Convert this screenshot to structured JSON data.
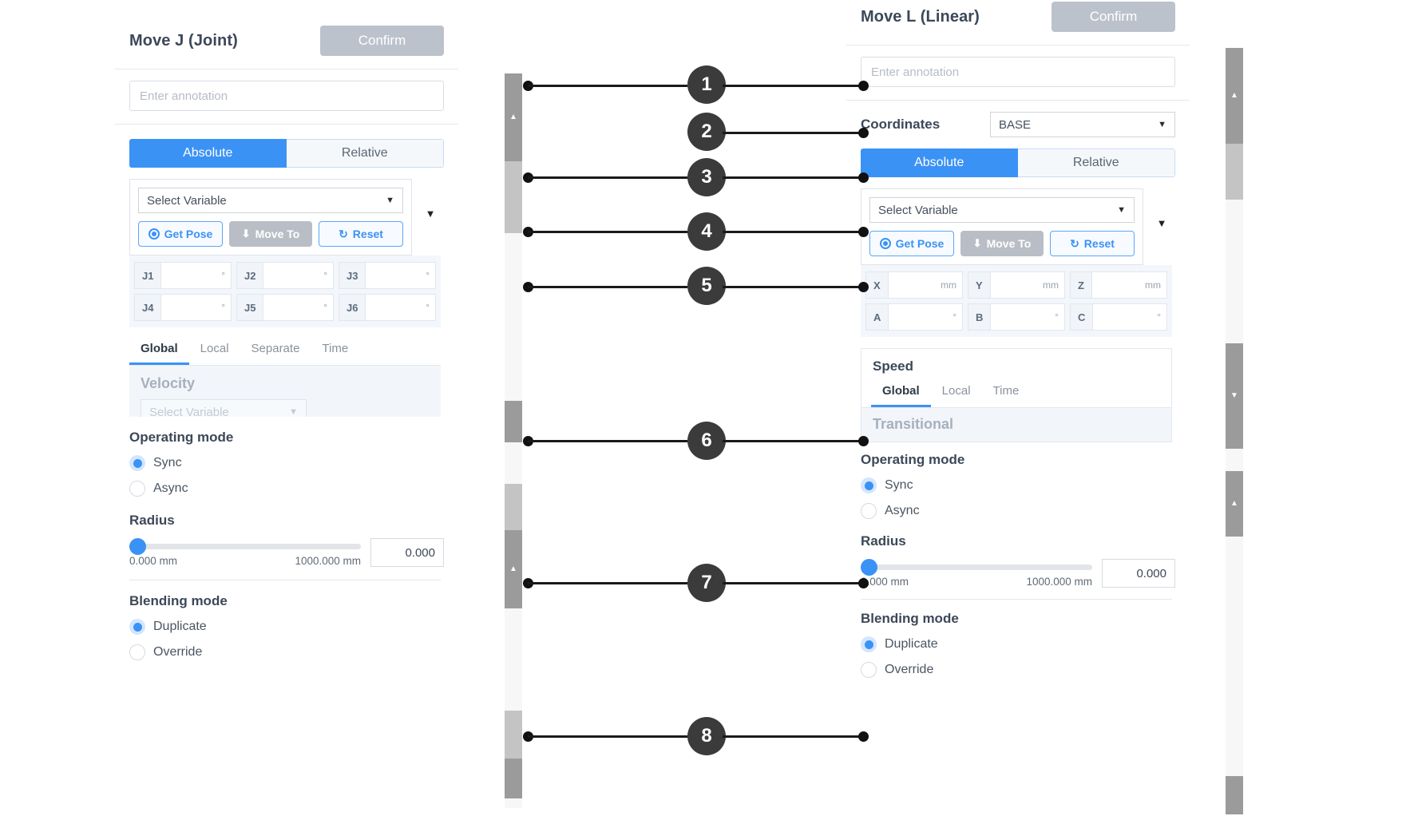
{
  "left_panel": {
    "title": "Move J (Joint)",
    "confirm_label": "Confirm",
    "annotation_placeholder": "Enter annotation",
    "mode_tabs": [
      {
        "label": "Absolute",
        "active": true
      },
      {
        "label": "Relative",
        "active": false
      }
    ],
    "variable_select": "Select Variable",
    "buttons": [
      {
        "label": "Get Pose",
        "icon": "target-icon",
        "style": "outline"
      },
      {
        "label": "Move To",
        "icon": "download-icon",
        "style": "solid"
      },
      {
        "label": "Reset",
        "icon": "refresh-icon",
        "style": "outline"
      }
    ],
    "axes": [
      {
        "label": "J1",
        "value": "",
        "unit": "°"
      },
      {
        "label": "J2",
        "value": "",
        "unit": "°"
      },
      {
        "label": "J3",
        "value": "",
        "unit": "°"
      },
      {
        "label": "J4",
        "value": "",
        "unit": "°"
      },
      {
        "label": "J5",
        "value": "",
        "unit": "°"
      },
      {
        "label": "J6",
        "value": "",
        "unit": "°"
      }
    ],
    "speed_tabs": [
      {
        "label": "Global",
        "active": true
      },
      {
        "label": "Local",
        "active": false
      },
      {
        "label": "Separate",
        "active": false
      },
      {
        "label": "Time",
        "active": false
      }
    ],
    "speed_body_title": "Velocity",
    "speed_body_select": "Select Variable",
    "operating_mode": {
      "heading": "Operating mode",
      "options": [
        {
          "label": "Sync",
          "selected": true
        },
        {
          "label": "Async",
          "selected": false
        }
      ]
    },
    "radius": {
      "heading": "Radius",
      "min_label": "0.000 mm",
      "max_label": "1000.000 mm",
      "value": "0.000"
    },
    "blending_mode": {
      "heading": "Blending mode",
      "options": [
        {
          "label": "Duplicate",
          "selected": true
        },
        {
          "label": "Override",
          "selected": false
        }
      ]
    }
  },
  "right_panel": {
    "title": "Move L (Linear)",
    "confirm_label": "Confirm",
    "annotation_placeholder": "Enter annotation",
    "coordinates_label": "Coordinates",
    "coordinates_value": "BASE",
    "mode_tabs": [
      {
        "label": "Absolute",
        "active": true
      },
      {
        "label": "Relative",
        "active": false
      }
    ],
    "variable_select": "Select Variable",
    "buttons": [
      {
        "label": "Get Pose",
        "icon": "target-icon",
        "style": "outline"
      },
      {
        "label": "Move To",
        "icon": "download-icon",
        "style": "solid"
      },
      {
        "label": "Reset",
        "icon": "refresh-icon",
        "style": "outline"
      }
    ],
    "axes": [
      {
        "label": "X",
        "value": "",
        "unit": "mm"
      },
      {
        "label": "Y",
        "value": "",
        "unit": "mm"
      },
      {
        "label": "Z",
        "value": "",
        "unit": "mm"
      },
      {
        "label": "A",
        "value": "",
        "unit": "°"
      },
      {
        "label": "B",
        "value": "",
        "unit": "°"
      },
      {
        "label": "C",
        "value": "",
        "unit": "°"
      }
    ],
    "speed_section_title": "Speed",
    "speed_tabs": [
      {
        "label": "Global",
        "active": true
      },
      {
        "label": "Local",
        "active": false
      },
      {
        "label": "Time",
        "active": false
      }
    ],
    "speed_body_title": "Transitional",
    "operating_mode": {
      "heading": "Operating mode",
      "options": [
        {
          "label": "Sync",
          "selected": true
        },
        {
          "label": "Async",
          "selected": false
        }
      ]
    },
    "radius": {
      "heading": "Radius",
      "min_label": "0.000 mm",
      "max_label": "1000.000 mm",
      "value": "0.000"
    },
    "blending_mode": {
      "heading": "Blending mode",
      "options": [
        {
          "label": "Duplicate",
          "selected": true
        },
        {
          "label": "Override",
          "selected": false
        }
      ]
    }
  },
  "callouts": [
    {
      "number": "1"
    },
    {
      "number": "2"
    },
    {
      "number": "3"
    },
    {
      "number": "4"
    },
    {
      "number": "5"
    },
    {
      "number": "6"
    },
    {
      "number": "7"
    },
    {
      "number": "8"
    }
  ],
  "colors": {
    "accent_blue": "#3b92f5",
    "confirm_gray": "#bcc2cc",
    "callout_dark": "#3b3b3b",
    "panel_bg_tint": "#f2f6fb"
  }
}
